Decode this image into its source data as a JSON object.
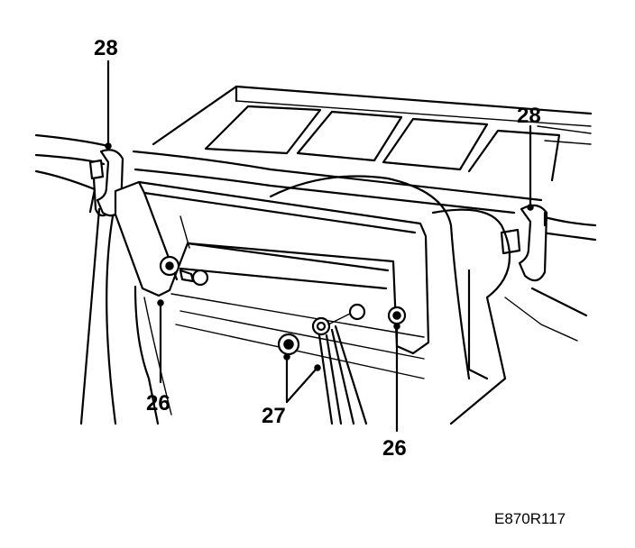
{
  "callouts": {
    "c28_left": "28",
    "c28_right": "28",
    "c26_left": "26",
    "c26_right": "26",
    "c27": "27"
  },
  "figure_ref": "E870R117"
}
